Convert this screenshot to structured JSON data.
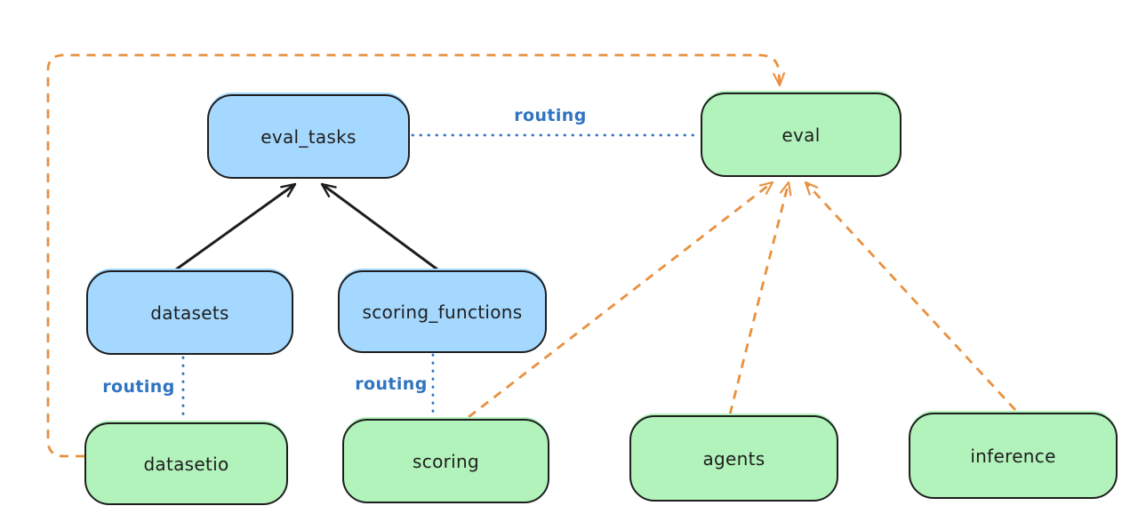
{
  "nodes": {
    "eval_tasks": {
      "label": "eval_tasks"
    },
    "eval": {
      "label": "eval"
    },
    "datasets": {
      "label": "datasets"
    },
    "scoring_functions": {
      "label": "scoring_functions"
    },
    "datasetio": {
      "label": "datasetio"
    },
    "scoring": {
      "label": "scoring"
    },
    "agents": {
      "label": "agents"
    },
    "inference": {
      "label": "inference"
    }
  },
  "edge_labels": {
    "eval_tasks_to_eval": "routing",
    "datasets_to_datasetio": "routing",
    "scoring_functions_to_scoring": "routing"
  },
  "edges": [
    {
      "from": "datasets",
      "to": "eval_tasks",
      "style": "solid",
      "color": "black",
      "arrow": true
    },
    {
      "from": "scoring_functions",
      "to": "eval_tasks",
      "style": "solid",
      "color": "black",
      "arrow": true
    },
    {
      "from": "eval_tasks",
      "to": "eval",
      "style": "dotted",
      "color": "blue",
      "arrow": false,
      "label": "routing"
    },
    {
      "from": "datasets",
      "to": "datasetio",
      "style": "dotted",
      "color": "blue",
      "arrow": false,
      "label": "routing"
    },
    {
      "from": "scoring_functions",
      "to": "scoring",
      "style": "dotted",
      "color": "blue",
      "arrow": false,
      "label": "routing"
    },
    {
      "from": "datasetio",
      "to": "eval",
      "style": "dashed",
      "color": "orange",
      "arrow": true
    },
    {
      "from": "scoring",
      "to": "eval",
      "style": "dashed",
      "color": "orange",
      "arrow": true
    },
    {
      "from": "agents",
      "to": "eval",
      "style": "dashed",
      "color": "orange",
      "arrow": true
    },
    {
      "from": "inference",
      "to": "eval",
      "style": "dashed",
      "color": "orange",
      "arrow": true
    }
  ],
  "colors": {
    "blue_fill": "#a5d8ff",
    "green_fill": "#b2f2bb",
    "stroke": "#1e1e1e",
    "orange": "#e8913f",
    "routing_blue": "#2f74c0",
    "background": "#ffffff"
  }
}
